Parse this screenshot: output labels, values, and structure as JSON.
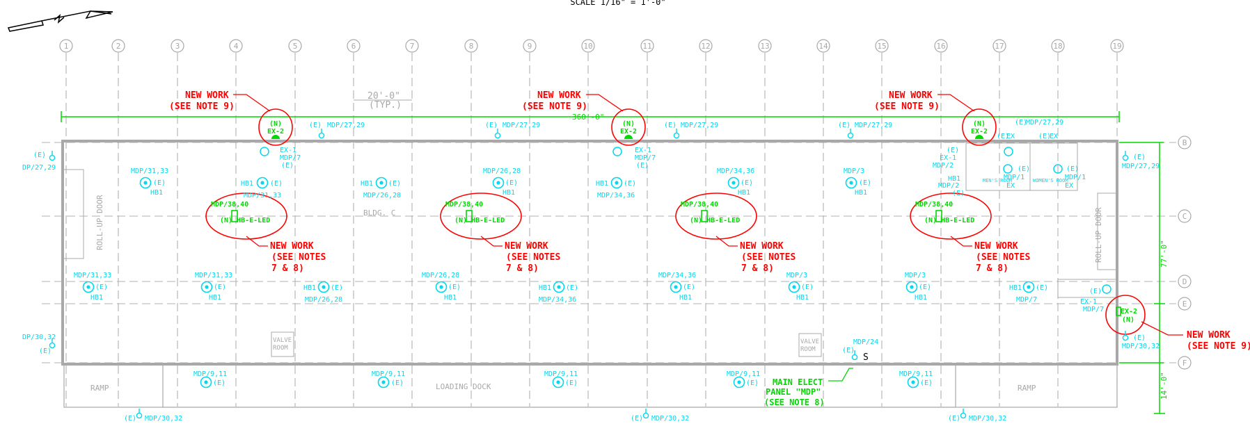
{
  "title": "SCALE 1/16\" = 1'-0\"",
  "colors": {
    "cyan": "#00d8ee",
    "red": "#ff0000",
    "green": "#00d800",
    "gray": "#a8a8a8"
  },
  "icons": [
    "north-arrow-icon",
    "exhaust-fan-icon",
    "high-bay-light-icon",
    "receptacle-icon",
    "revision-cloud-icon"
  ],
  "grid": {
    "columns": [
      "1",
      "2",
      "3",
      "4",
      "5",
      "6",
      "7",
      "8",
      "9",
      "10",
      "11",
      "12",
      "13",
      "14",
      "15",
      "16",
      "17",
      "18",
      "19"
    ],
    "rows": [
      "B",
      "C",
      "D",
      "E",
      "F"
    ]
  },
  "dims": {
    "overall": "360'-0\"",
    "bay": "20'-0\"",
    "typ": "(TYP.)",
    "right_upper": "77'-0\"",
    "right_lower": "14'-0\""
  },
  "labels": {
    "bldg": "BLDG. C",
    "rollup": "ROLL-UP DOOR",
    "ramp": "RAMP",
    "loading": "LOADING DOCK",
    "valve1": "VALVE",
    "valve2": "ROOM",
    "mens": "MEN'S ROOM",
    "womens": "WOMEN'S ROOM",
    "s": "S"
  },
  "notes": {
    "new_work": "NEW WORK",
    "see9": "(SEE NOTE 9)",
    "see_notes": "(SEE NOTES",
    "n78": "7 & 8)",
    "hb_led": "(N) HB-E-LED",
    "mdp3840": "MDP/38,40",
    "ex2": "EX-2",
    "n": "(N)",
    "mdp_l1": "MAIN ELECT",
    "mdp_l2": "PANEL \"MDP\"",
    "mdp_l3": "(SEE NOTE 8)"
  },
  "cyan": {
    "e": "(E)",
    "hb1": "HB1",
    "ex1": "EX-1",
    "ex": "EX",
    "mdp2729": "MDP/27,29",
    "dp2729": "DP/27,29",
    "dp3032": "DP/30,32",
    "mdp3032": "MDP/30,32",
    "mdp3133": "MDP/31,33",
    "mdp2628": "MDP/26,28",
    "mdp3436": "MDP/34,36",
    "mdp3": "MDP/3",
    "mdp7": "MDP/7",
    "mdp911": "MDP/9,11",
    "mdp24": "MDP/24",
    "mdp1": "MDP/1",
    "mdp2": "MDP/2"
  }
}
